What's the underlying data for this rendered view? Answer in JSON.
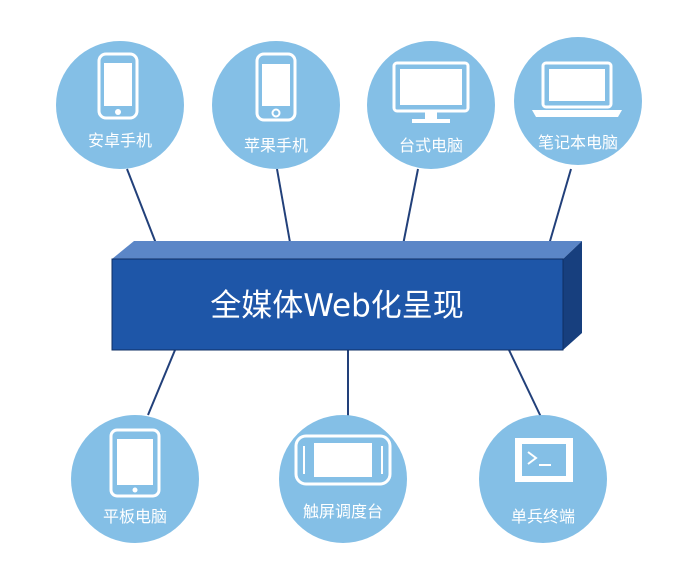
{
  "hub": {
    "title": "全媒体Web化呈现"
  },
  "devices": [
    {
      "name": "android-phone",
      "label": "安卓手机",
      "icon": "smartphone-icon"
    },
    {
      "name": "iphone",
      "label": "苹果手机",
      "icon": "smartphone-icon"
    },
    {
      "name": "desktop",
      "label": "台式电脑",
      "icon": "monitor-icon"
    },
    {
      "name": "laptop",
      "label": "笔记本电脑",
      "icon": "laptop-icon"
    },
    {
      "name": "tablet",
      "label": "平板电脑",
      "icon": "tablet-icon"
    },
    {
      "name": "touch-console",
      "label": "触屏调度台",
      "icon": "touch-console-icon"
    },
    {
      "name": "soldier-terminal",
      "label": "单兵终端",
      "icon": "terminal-icon"
    }
  ],
  "colors": {
    "circle": "#84bfe6",
    "hub_front": "#1e56a8",
    "hub_top": "#5b86c7",
    "hub_side": "#173f7e",
    "line": "#22407a",
    "icon": "#ffffff"
  }
}
